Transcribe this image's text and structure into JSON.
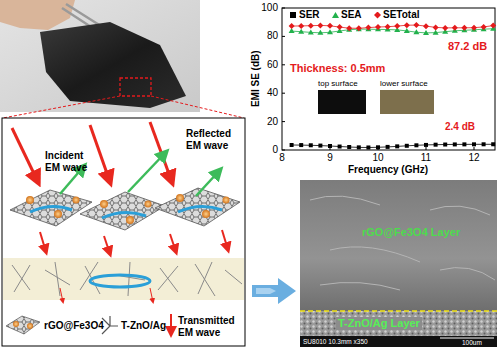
{
  "diagram": {
    "nodes": [
      {
        "text": [
          "top surface"
        ]
      },
      {
        "text": [
          "lower surface"
        ]
      },
      {
        "text": [
          "rGO@Fe3O4 Layer"
        ]
      },
      {
        "text": [
          "T-ZnO/Ag Layer"
        ]
      }
    ],
    "labels": [
      "EMI SE (dB)",
      "0",
      "20",
      "40",
      "60",
      "80",
      "100",
      "8",
      "9",
      "10",
      "11",
      "12",
      "Frequency (GHz)",
      "87.2 dB",
      "Thickness: 0.5mm",
      "2.4 dB",
      "Incident EM wave",
      "Reflected EM wave",
      "SU8010 10.3mm x350",
      "100um"
    ],
    "legend": [
      {
        "text": "SER",
        "color": "#000000"
      },
      {
        "text": "SEA",
        "color": "#22b14c"
      },
      {
        "text": "SETotal",
        "color": "#e41a1c"
      },
      {
        "text": "rGO@Fe3O4"
      },
      {
        "text": "T-ZnO/Ag"
      },
      {
        "text": "Transmitted EM wave"
      }
    ]
  }
}
